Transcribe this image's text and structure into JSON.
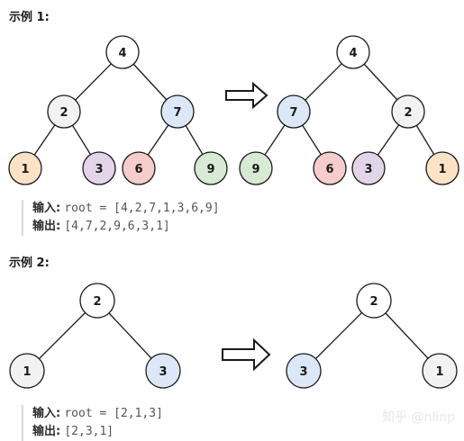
{
  "colors": {
    "orange": "#fde3c6",
    "purple": "#e2d5ea",
    "red": "#f5cdcc",
    "green": "#d7ead4",
    "blue": "#dce8f8",
    "gray": "#f2f2f2",
    "white": "#ffffff",
    "stroke": "#1a1a1a"
  },
  "example1": {
    "heading": "示例 1:",
    "before": {
      "nodes": [
        {
          "value": "4",
          "color": "white"
        },
        {
          "value": "2",
          "color": "gray"
        },
        {
          "value": "7",
          "color": "blue"
        },
        {
          "value": "1",
          "color": "orange"
        },
        {
          "value": "3",
          "color": "purple"
        },
        {
          "value": "6",
          "color": "red"
        },
        {
          "value": "9",
          "color": "green"
        }
      ],
      "edges": [
        [
          0,
          1
        ],
        [
          0,
          2
        ],
        [
          1,
          3
        ],
        [
          1,
          4
        ],
        [
          2,
          5
        ],
        [
          2,
          6
        ]
      ]
    },
    "after": {
      "nodes": [
        {
          "value": "4",
          "color": "white"
        },
        {
          "value": "7",
          "color": "blue"
        },
        {
          "value": "2",
          "color": "gray"
        },
        {
          "value": "9",
          "color": "green"
        },
        {
          "value": "6",
          "color": "red"
        },
        {
          "value": "3",
          "color": "purple"
        },
        {
          "value": "1",
          "color": "orange"
        }
      ],
      "edges": [
        [
          0,
          1
        ],
        [
          0,
          2
        ],
        [
          1,
          3
        ],
        [
          1,
          4
        ],
        [
          2,
          5
        ],
        [
          2,
          6
        ]
      ]
    },
    "input_label": "输入:",
    "input_value": "root = [4,2,7,1,3,6,9]",
    "output_label": "输出:",
    "output_value": "[4,7,2,9,6,3,1]"
  },
  "example2": {
    "heading": "示例 2:",
    "before": {
      "nodes": [
        {
          "value": "2",
          "color": "white"
        },
        {
          "value": "1",
          "color": "gray"
        },
        {
          "value": "3",
          "color": "blue"
        }
      ],
      "edges": [
        [
          0,
          1
        ],
        [
          0,
          2
        ]
      ]
    },
    "after": {
      "nodes": [
        {
          "value": "2",
          "color": "white"
        },
        {
          "value": "3",
          "color": "blue"
        },
        {
          "value": "1",
          "color": "gray"
        }
      ],
      "edges": [
        [
          0,
          1
        ],
        [
          0,
          2
        ]
      ]
    },
    "input_label": "输入:",
    "input_value": "root = [2,1,3]",
    "output_label": "输出:",
    "output_value": "[2,3,1]"
  },
  "watermark": "知乎 @nlinp"
}
